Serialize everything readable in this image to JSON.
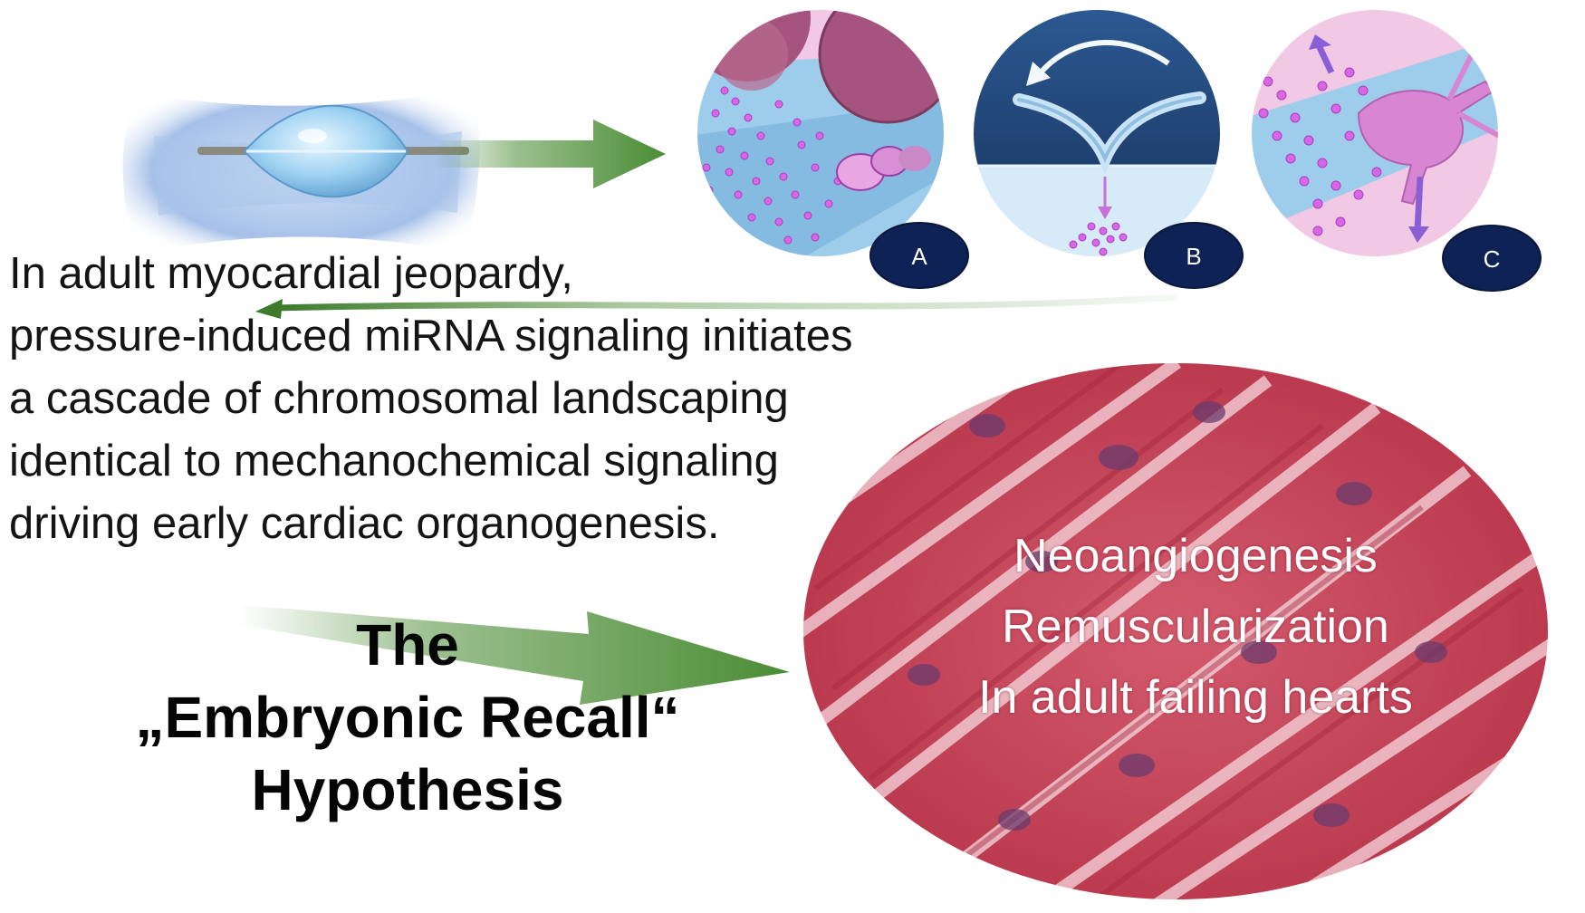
{
  "intro_text": {
    "lines": [
      "In adult myocardial jeopardy,",
      "pressure-induced miRNA signaling initiates",
      "a cascade of chromosomal landscaping",
      "identical to mechanochemical signaling",
      "driving early cardiac organogenesis."
    ]
  },
  "panels": [
    {
      "label": "A"
    },
    {
      "label": "B"
    },
    {
      "label": "C"
    }
  ],
  "hypothesis": {
    "lines": [
      "The",
      "„Embryonic Recall“",
      "Hypothesis"
    ]
  },
  "outcomes": {
    "lines": [
      "Neoangiogenesis",
      "Remuscularization",
      "In adult failing hearts"
    ]
  },
  "colors": {
    "arrow_green": "#4a8c34",
    "badge_navy": "#0f2255",
    "tissue_red": "#c8475a",
    "mirna_magenta": "#d65fe6"
  }
}
